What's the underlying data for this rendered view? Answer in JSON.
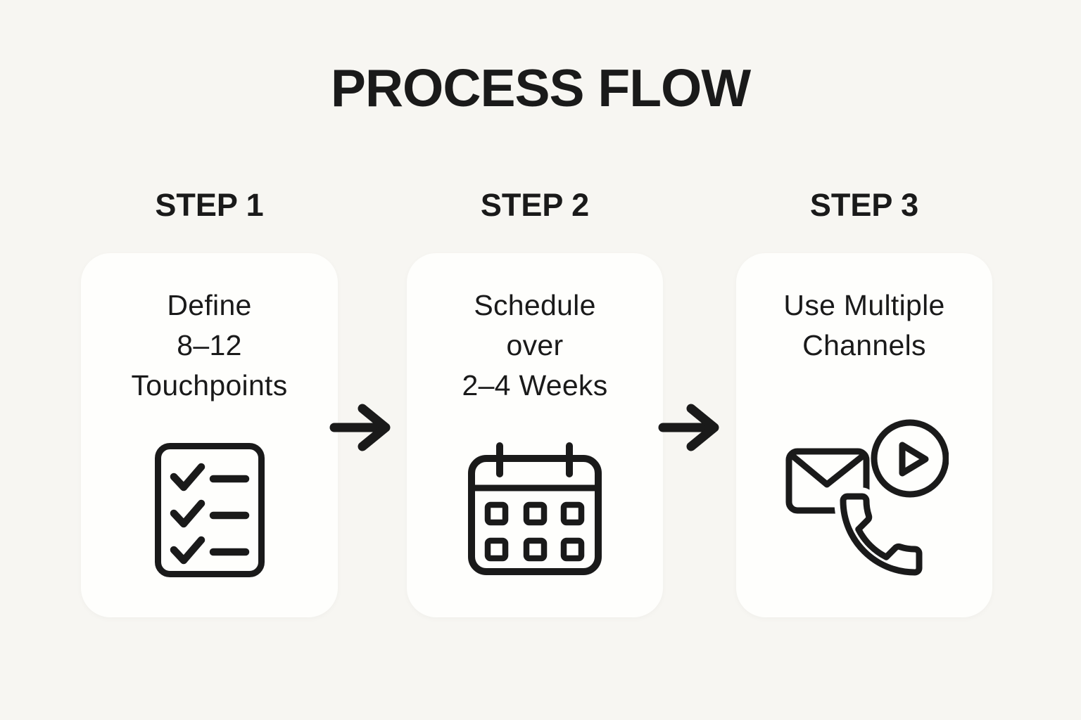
{
  "title": "PROCESS FLOW",
  "steps": [
    {
      "label": "STEP 1",
      "lines": [
        "Define",
        "8–12",
        "Touchpoints"
      ],
      "icon": "checklist-icon"
    },
    {
      "label": "STEP 2",
      "lines": [
        "Schedule",
        "over",
        "2–4 Weeks"
      ],
      "icon": "calendar-icon"
    },
    {
      "label": "STEP 3",
      "lines": [
        "Use Multiple",
        "Channels"
      ],
      "icon": "multichannel-icon"
    }
  ],
  "connectors": [
    "arrow-right-icon",
    "arrow-right-icon"
  ],
  "colors": {
    "bg": "#f7f6f2",
    "card": "#fefefc",
    "ink": "#1a1a1a"
  }
}
